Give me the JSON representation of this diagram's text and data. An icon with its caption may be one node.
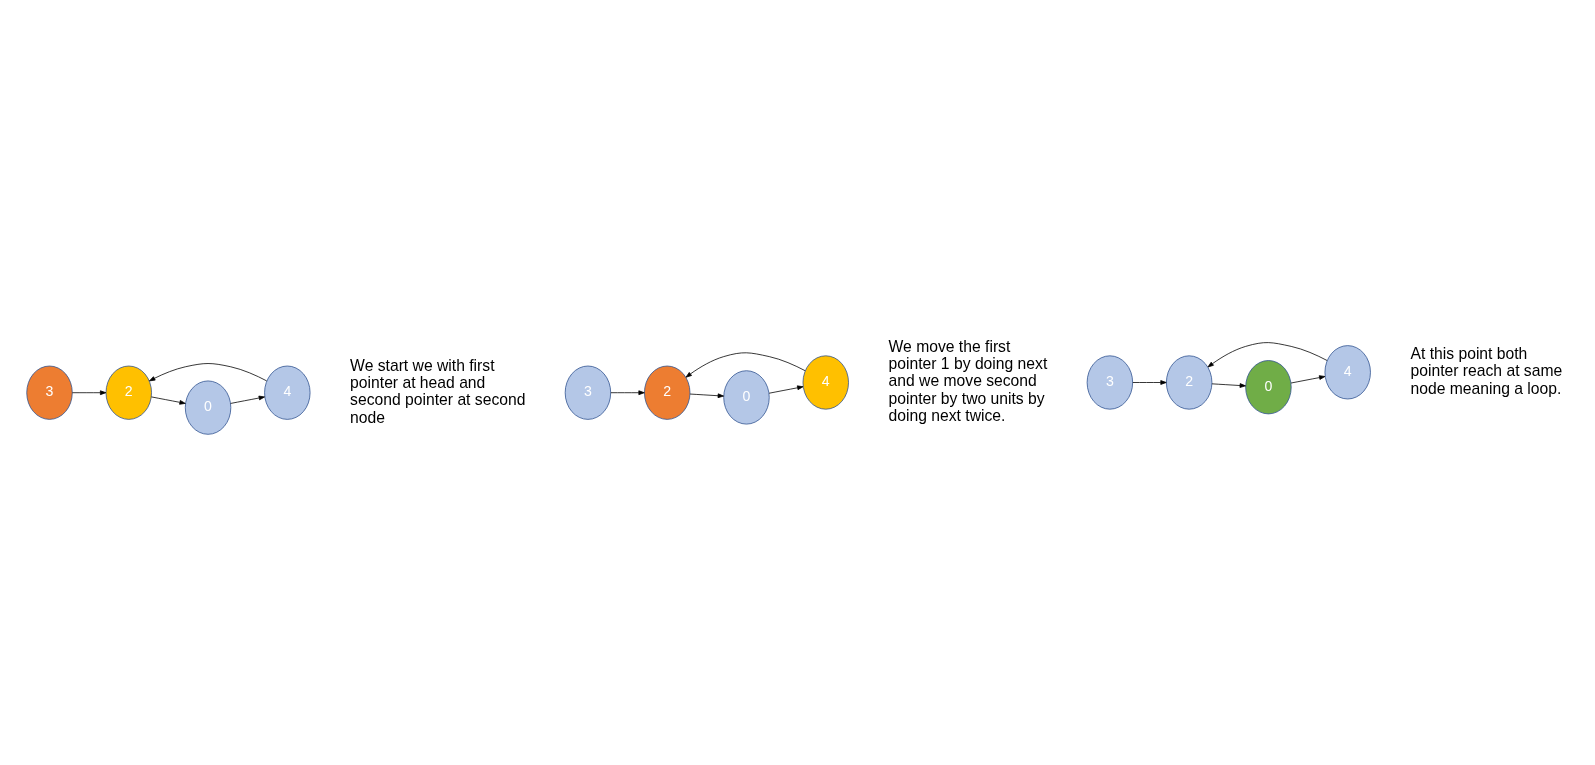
{
  "diagram": {
    "nodes": [
      {
        "text": [
          "3"
        ]
      },
      {
        "text": [
          "2"
        ]
      },
      {
        "text": [
          "0"
        ]
      },
      {
        "text": [
          "4"
        ]
      },
      {
        "text": [
          "3"
        ]
      },
      {
        "text": [
          "2"
        ]
      },
      {
        "text": [
          "0"
        ]
      },
      {
        "text": [
          "4"
        ]
      },
      {
        "text": [
          "3"
        ]
      },
      {
        "text": [
          "2"
        ]
      },
      {
        "text": [
          "0"
        ]
      },
      {
        "text": [
          "4"
        ]
      }
    ],
    "edges": [
      {
        "from": 0,
        "to": 1,
        "arrow": "to"
      },
      {
        "from": 1,
        "to": 2,
        "arrow": "to"
      },
      {
        "from": 2,
        "to": 3,
        "arrow": "to"
      },
      {
        "from": 3,
        "to": 1,
        "arrow": "to"
      },
      {
        "from": 4,
        "to": 5,
        "arrow": "to"
      },
      {
        "from": 5,
        "to": 6,
        "arrow": "to"
      },
      {
        "from": 6,
        "to": 7,
        "arrow": "to"
      },
      {
        "from": 7,
        "to": 5,
        "arrow": "to"
      },
      {
        "from": 8,
        "to": 9,
        "arrow": "to"
      },
      {
        "from": 9,
        "to": 10,
        "arrow": "to"
      },
      {
        "from": 10,
        "to": 11,
        "arrow": "to"
      },
      {
        "from": 11,
        "to": 9,
        "arrow": "to"
      }
    ],
    "labels": [
      "We start we with first pointer at head and second pointer at second node",
      "We move the first pointer 1 by doing next and we move second pointer by two units by doing next twice.",
      "At this point both pointer reach at same node meaning a loop."
    ]
  }
}
